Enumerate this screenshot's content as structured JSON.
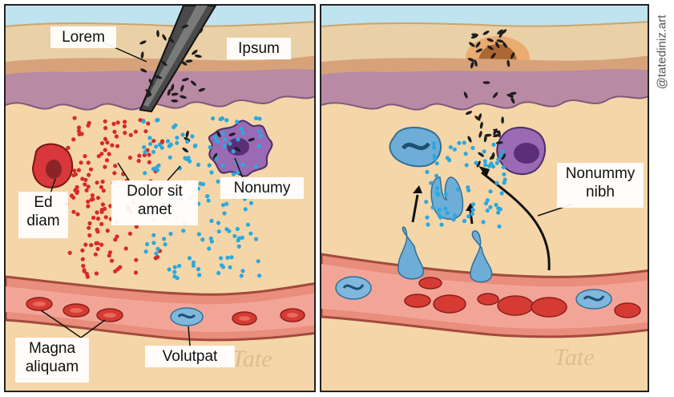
{
  "left_panel": {
    "labels": {
      "needle": "Lorem",
      "skin_surface": "Ipsum",
      "mast_cell_line1": "Ed",
      "mast_cell_line2": "diam",
      "center_line1": "Dolor sit",
      "center_line2": "amet",
      "macrophage": "Nonumy",
      "red_cells_line1": "Magna",
      "red_cells_line2": "aliquam",
      "white_cell": "Volutpat"
    }
  },
  "right_panel": {
    "labels": {
      "chemotaxis_line1": "Nonummy",
      "chemotaxis_line2": "nibh"
    }
  },
  "watermark_signature": "Tate",
  "credit": "@tatediniz.art",
  "colors": {
    "dermis": "#f5d6a8",
    "epidermis": "#ead0a6",
    "basal_layer": "#b98aa4",
    "red_dots": "#d62a2a",
    "blue_dots": "#2aa9df",
    "white_cell": "#5c9fc9",
    "macrophage": "#8a5fa6",
    "vessel": "#e98d7c",
    "ink": "#1e1e1e"
  }
}
